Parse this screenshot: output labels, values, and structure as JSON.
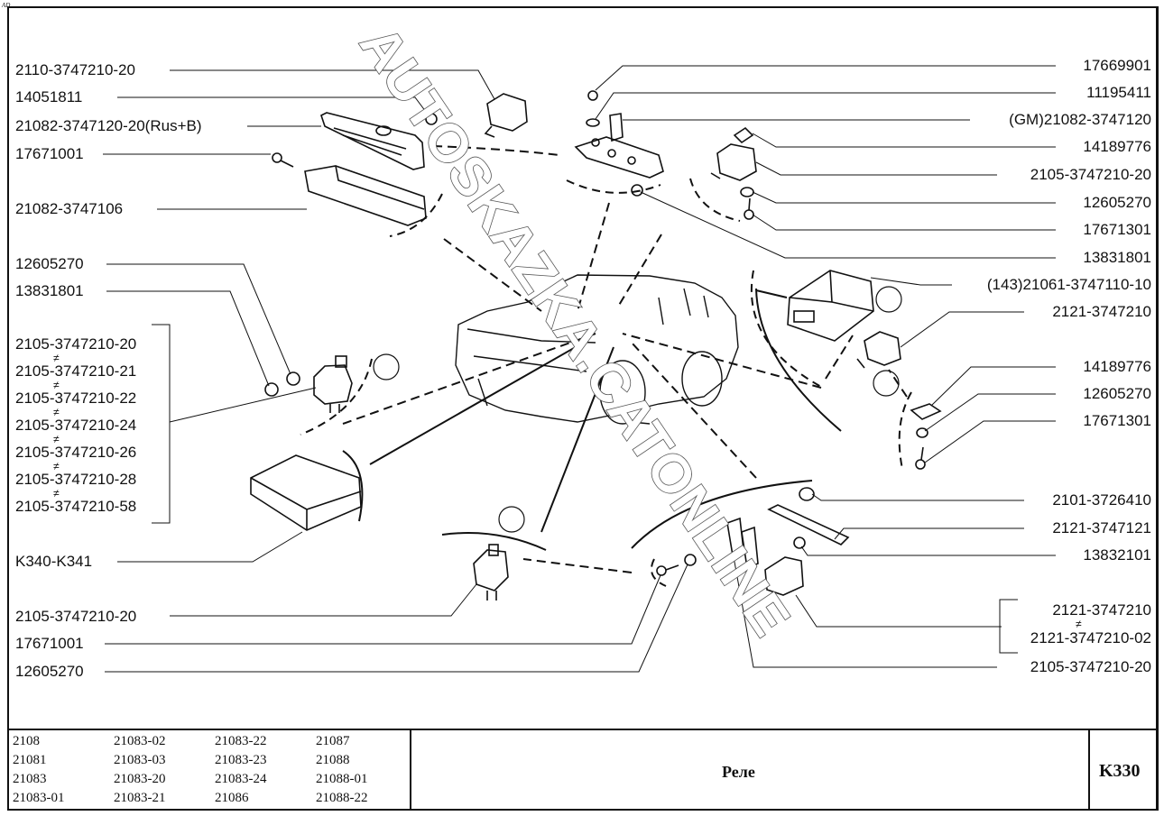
{
  "corner_mark": "AD",
  "watermark": "AUTOSKAZKA.CATONLINE",
  "left_labels": {
    "l1": "2110-3747210-20",
    "l2": "14051811",
    "l3": "21082-3747120-20(Rus+B)",
    "l4": "17671001",
    "l5": "21082-3747106",
    "l6": "12605270",
    "l7": "13831801",
    "l8": "K340-K341",
    "l9": "2105-3747210-20",
    "l10": "17671001",
    "l11": "12605270"
  },
  "left_group": {
    "items": [
      "2105-3747210-20",
      "2105-3747210-21",
      "2105-3747210-22",
      "2105-3747210-24",
      "2105-3747210-26",
      "2105-3747210-28",
      "2105-3747210-58"
    ],
    "separator": "≠"
  },
  "right_labels": {
    "r1": "17669901",
    "r2": "11195411",
    "r3": "(GM)21082-3747120",
    "r4": "14189776",
    "r5": "2105-3747210-20",
    "r6": "12605270",
    "r7": "17671301",
    "r8": "13831801",
    "r9": "(143)21061-3747110-10",
    "r10": "2121-3747210",
    "r11": "14189776",
    "r12": "12605270",
    "r13": "17671301",
    "r14": "2101-3726410",
    "r15": "2121-3747121",
    "r16": "13832101",
    "r17": "2105-3747210-20"
  },
  "right_group": {
    "items": [
      "2121-3747210",
      "2121-3747210-02"
    ],
    "separator": "≠"
  },
  "footer": {
    "models": [
      [
        "2108",
        "21083-02",
        "21083-22",
        "21087"
      ],
      [
        "21081",
        "21083-03",
        "21083-23",
        "21088"
      ],
      [
        "21083",
        "21083-20",
        "21083-24",
        "21088-01"
      ],
      [
        "21083-01",
        "21083-21",
        "21086",
        "21088-22"
      ]
    ],
    "title": "Реле",
    "code": "K330"
  }
}
